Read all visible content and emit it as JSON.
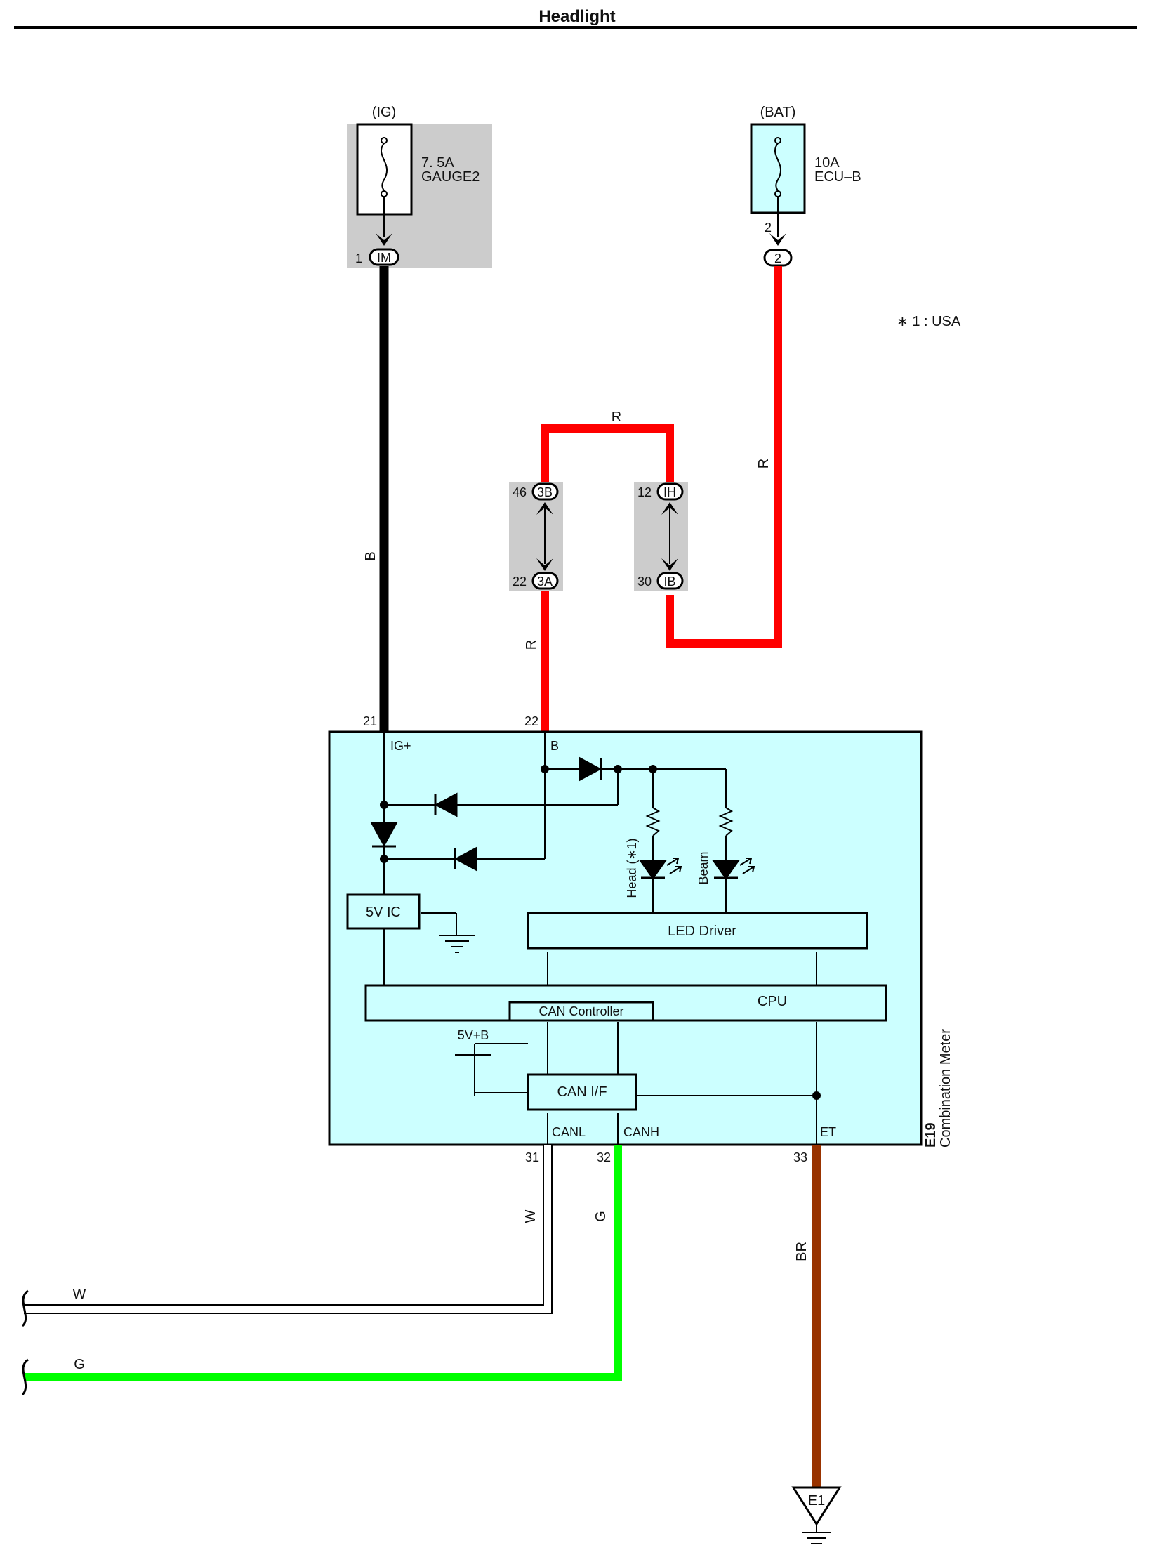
{
  "title": "Headlight",
  "note": "∗ 1 : USA",
  "colors": {
    "wire_black": "#000000",
    "wire_red": "#ff0000",
    "wire_green": "#00ff00",
    "wire_brown": "#993300",
    "wire_white": "#ffffff",
    "component_fill": "#ccffff",
    "connector_shade": "#cccccc"
  },
  "fuses": {
    "ig": {
      "source": "(IG)",
      "rating": "7. 5A",
      "name": "GAUGE2",
      "pin": "1",
      "connector": "IM"
    },
    "bat": {
      "source": "(BAT)",
      "rating": "10A",
      "name": "ECU–B",
      "pin_top": "2",
      "connector": "2"
    }
  },
  "connectors": {
    "c3b": {
      "id": "3B",
      "pin": "46"
    },
    "c3a": {
      "id": "3A",
      "pin": "22"
    },
    "cih": {
      "id": "IH",
      "pin": "12"
    },
    "cib": {
      "id": "IB",
      "pin": "30"
    }
  },
  "wires": {
    "b_main": "B",
    "r_top": "R",
    "r_right": "R",
    "r_left": "R",
    "w_down": "W",
    "g_down": "G",
    "br_down": "BR",
    "w_left": "W",
    "g_left": "G"
  },
  "meter": {
    "code": "E19",
    "name": "Combination Meter",
    "pins": {
      "igp": "21",
      "b": "22",
      "canl": "31",
      "canh": "32",
      "et": "33"
    },
    "terminals": {
      "igp": "IG+",
      "b": "B",
      "canl": "CANL",
      "canh": "CANH",
      "et": "ET"
    },
    "blocks": {
      "ic5v": "5V IC",
      "led_driver": "LED Driver",
      "cpu": "CPU",
      "can_controller": "CAN Controller",
      "can_if": "CAN I/F",
      "v5b": "5V+B"
    },
    "leds": {
      "head": "Head (∗1)",
      "beam": "Beam"
    }
  },
  "ground": "E1"
}
